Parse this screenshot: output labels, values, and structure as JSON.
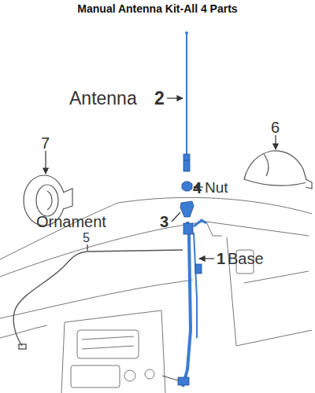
{
  "diagram": {
    "title": "Manual Antenna Kit-All 4 Parts",
    "labels": [
      "Antenna",
      "2",
      "6",
      "7",
      "4",
      "Nut",
      "Ornament",
      "3",
      "5",
      "1",
      "Base"
    ]
  }
}
